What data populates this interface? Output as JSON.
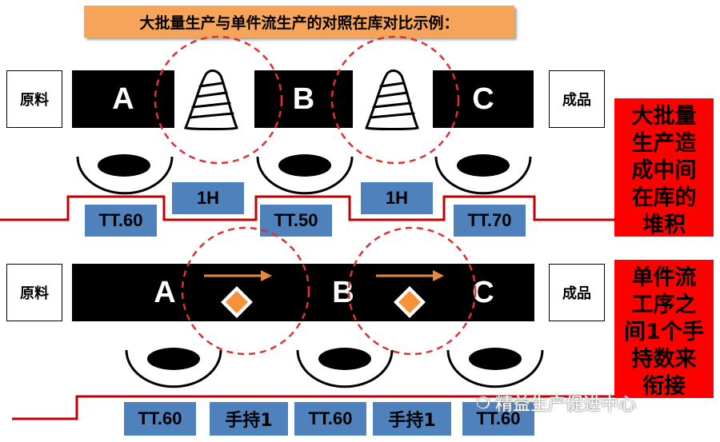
{
  "title": "大批量生产与单件流生产的对照在库对比示例：",
  "top_row": {
    "raw_label": "原料",
    "product_label": "成品",
    "stages": [
      "A",
      "B",
      "C"
    ],
    "takt_times": [
      "TT.60",
      "TT.50",
      "TT.70"
    ],
    "inventory_labels": [
      "1H",
      "1H"
    ],
    "note_lines": [
      "大批量",
      "生产造",
      "成中间",
      "在库的",
      "堆积"
    ]
  },
  "bottom_row": {
    "raw_label": "原料",
    "product_label": "成品",
    "stages": [
      "A",
      "B",
      "C"
    ],
    "takt_times": [
      "TT.60",
      "TT.60",
      "TT.60"
    ],
    "handheld_labels": [
      "手持1",
      "手持1"
    ],
    "note_lines": [
      "单件流",
      "工序之",
      "间1个手",
      "持数来",
      "衔接"
    ]
  },
  "watermark": "精益生产促进中心",
  "colors": {
    "title_bg": "#f6a45a",
    "stage_bg": "#000000",
    "takt_bg": "#4f81bd",
    "note_bg": "#ff0000",
    "dashed_circle": "#e03030",
    "timeline": "#c00000",
    "arrow": "#e7893a",
    "diamond": "#f7923a"
  }
}
